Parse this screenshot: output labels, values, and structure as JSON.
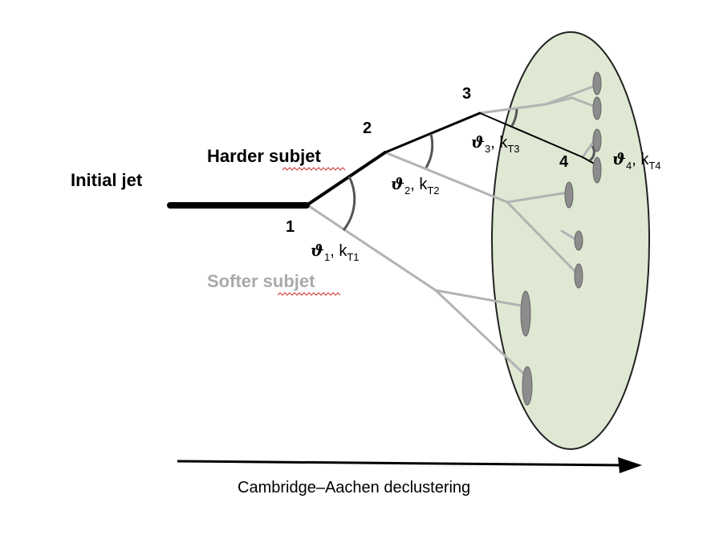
{
  "labels": {
    "initial_jet": "Initial jet",
    "harder_subjet": "Harder subjet",
    "softer_subjet": "Softer subjet",
    "declustering": "Cambridge–Aachen declustering"
  },
  "nodes": [
    "1",
    "2",
    "3",
    "4"
  ],
  "splittings": [
    {
      "theta": "ϑ",
      "theta_sub": "1",
      "sep": ", ",
      "kt": "k",
      "kt_sub": "T1"
    },
    {
      "theta": "ϑ",
      "theta_sub": "2",
      "sep": ", ",
      "kt": "k",
      "kt_sub": "T2"
    },
    {
      "theta": "ϑ",
      "theta_sub": "3",
      "sep": ", ",
      "kt": "k",
      "kt_sub": "T3"
    },
    {
      "theta": "ϑ",
      "theta_sub": "4",
      "sep": ", ",
      "kt": "k",
      "kt_sub": "T4"
    }
  ],
  "colors": {
    "harder": "#000000",
    "softer": "#b3b3b3",
    "ellipse_fill": "#dfe8d3",
    "ellipse_stroke": "#222222",
    "hadron": "#8c8c8c",
    "angle_arc": "#555555",
    "softer_text": "#aaaaaa",
    "spellcheck": "#cc3333"
  }
}
